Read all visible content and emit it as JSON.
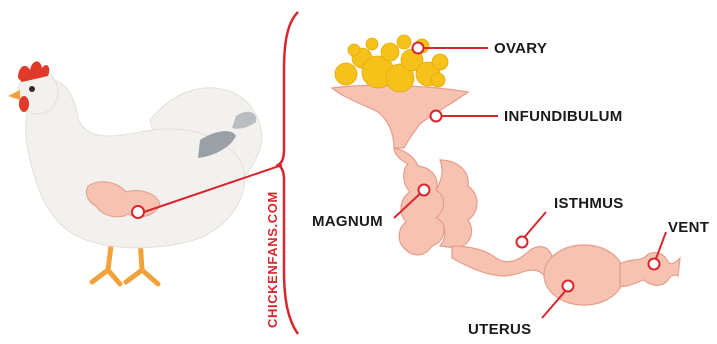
{
  "brand": "CHICKENFANS.COM",
  "labels": {
    "ovary": "OVARY",
    "infundibulum": "INFUNDIBULUM",
    "magnum": "MAGNUM",
    "isthmus": "ISTHMUS",
    "vent": "VENT",
    "uterus": "UTERUS"
  },
  "colors": {
    "accent_red": "#d8262d",
    "oviduct_pink": "#f6c3b3",
    "oviduct_outline": "#e79c89",
    "yolk_yellow": "#f6c21a",
    "hen_body": "#f3f1ee",
    "comb_red": "#e23a2a",
    "beak_orange": "#f2a23a",
    "wing_gray": "#9aa0a6"
  }
}
